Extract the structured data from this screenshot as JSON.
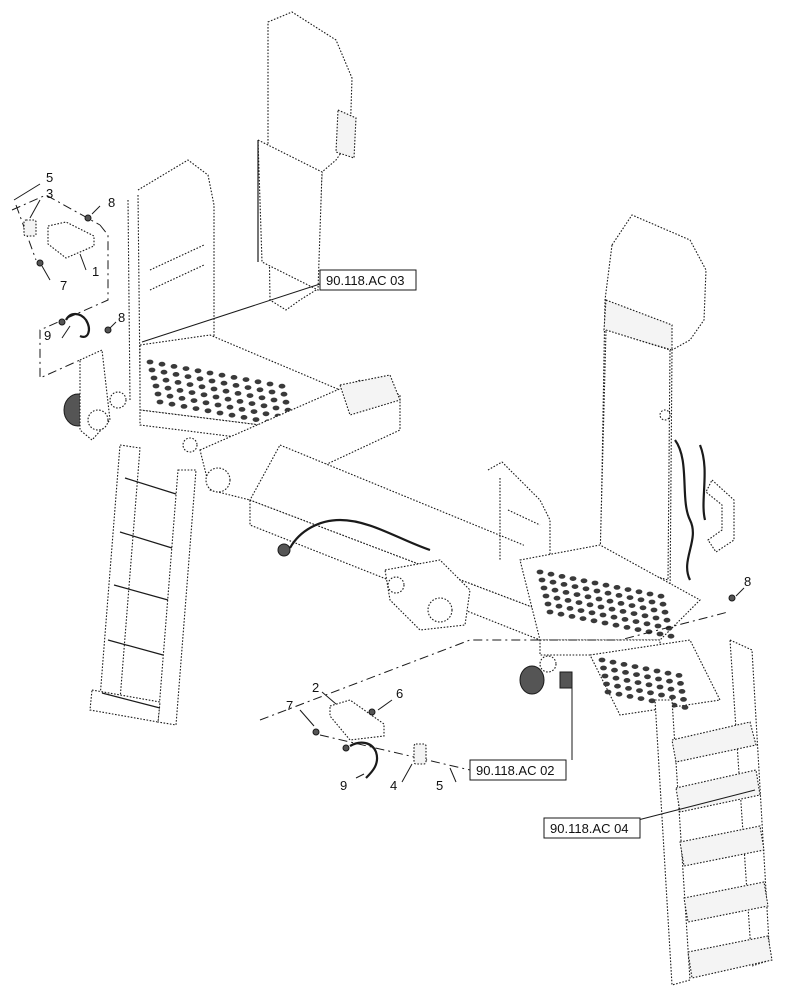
{
  "callouts": {
    "c5_top": "5",
    "c3": "3",
    "c8_top": "8",
    "c1": "1",
    "c7_top": "7",
    "c9_top": "9",
    "c8_mid": "8",
    "c2": "2",
    "c6": "6",
    "c7_bot": "7",
    "c9_bot": "9",
    "c4": "4",
    "c5_bot": "5",
    "c8_right": "8"
  },
  "refs": {
    "ref_ac03": "90.118.AC 03",
    "ref_ac02": "90.118.AC 02",
    "ref_ac04": "90.118.AC 04"
  }
}
